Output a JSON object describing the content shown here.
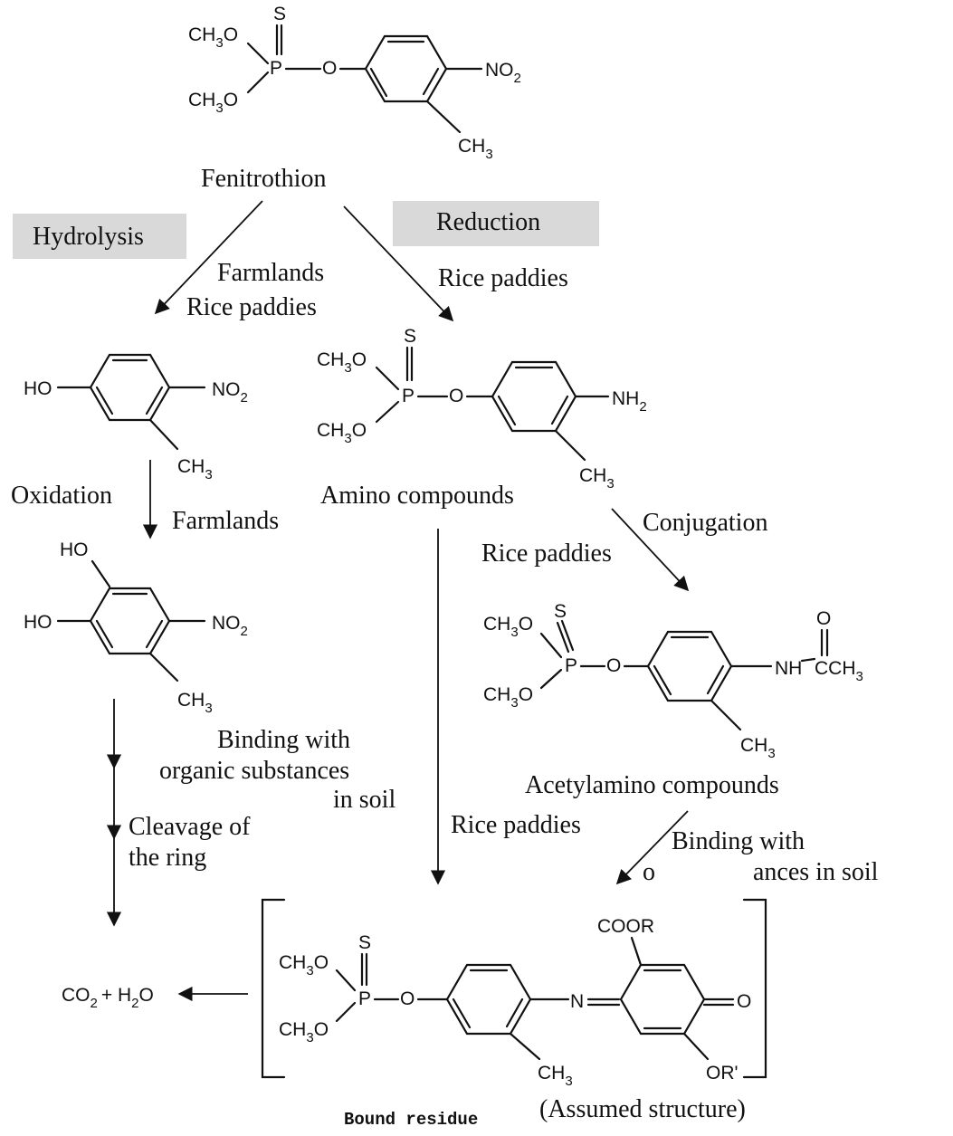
{
  "names": {
    "fenitrothion": "Fenitrothion",
    "amino": "Amino compounds",
    "acetylamino": "Acetylamino compounds",
    "bound_residue": "Bound residue",
    "assumed": "(Assumed structure)"
  },
  "process_labels": {
    "hydrolysis": "Hydrolysis",
    "reduction": "Reduction",
    "oxidation": "Oxidation",
    "conjugation": "Conjugation",
    "binding_left_1": "Binding with",
    "binding_left_2": "organic substances",
    "binding_left_3": "in soil",
    "cleavage_1": "Cleavage of",
    "cleavage_2": "the ring",
    "binding_right_1": "Binding with",
    "binding_right_2a": "o",
    "binding_right_2b": "ances in soil"
  },
  "site_labels": {
    "farmlands_1": "Farmlands",
    "rice_paddies_1": "Rice paddies",
    "rice_paddies_2": "Rice paddies",
    "farmlands_2": "Farmlands",
    "rice_paddies_3": "Rice paddies",
    "rice_paddies_4": "Rice paddies"
  },
  "atoms": {
    "ch3": "CH",
    "sub3": "3",
    "sub2": "2",
    "o": "O",
    "p": "P",
    "s": "S",
    "no": "NO",
    "nh": "NH",
    "n": "N",
    "ho": "HO",
    "cch3": "CCH",
    "coor": "COOR",
    "or_prime": "OR'",
    "co": "CO",
    "plus_h": "+ H",
    "ketone_o": "O"
  },
  "colors": {
    "label_box": "#d9d9d9",
    "ink": "#111111"
  }
}
